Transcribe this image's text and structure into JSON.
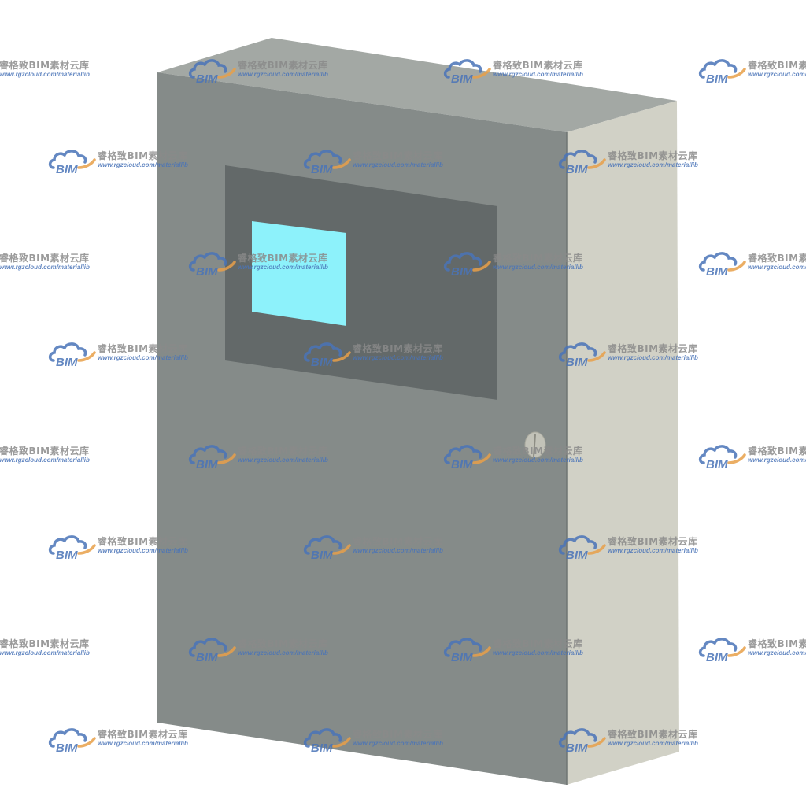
{
  "watermark": {
    "brand_cn": "睿格致BIM素材云库",
    "url": "www.rgzcloud.com/materiallib",
    "logo_text": "BIM",
    "logo_icon": "cloud-bim-logo"
  },
  "colors": {
    "background": "#ffffff",
    "cabinet_front": "#858b89",
    "cabinet_top": "#a3a8a4",
    "cabinet_side": "#d1d1c6",
    "window_frame": "#636969",
    "screen": "#8df2fb",
    "watermark_blue": "#4a74b8",
    "watermark_orange": "#e8a04a"
  }
}
